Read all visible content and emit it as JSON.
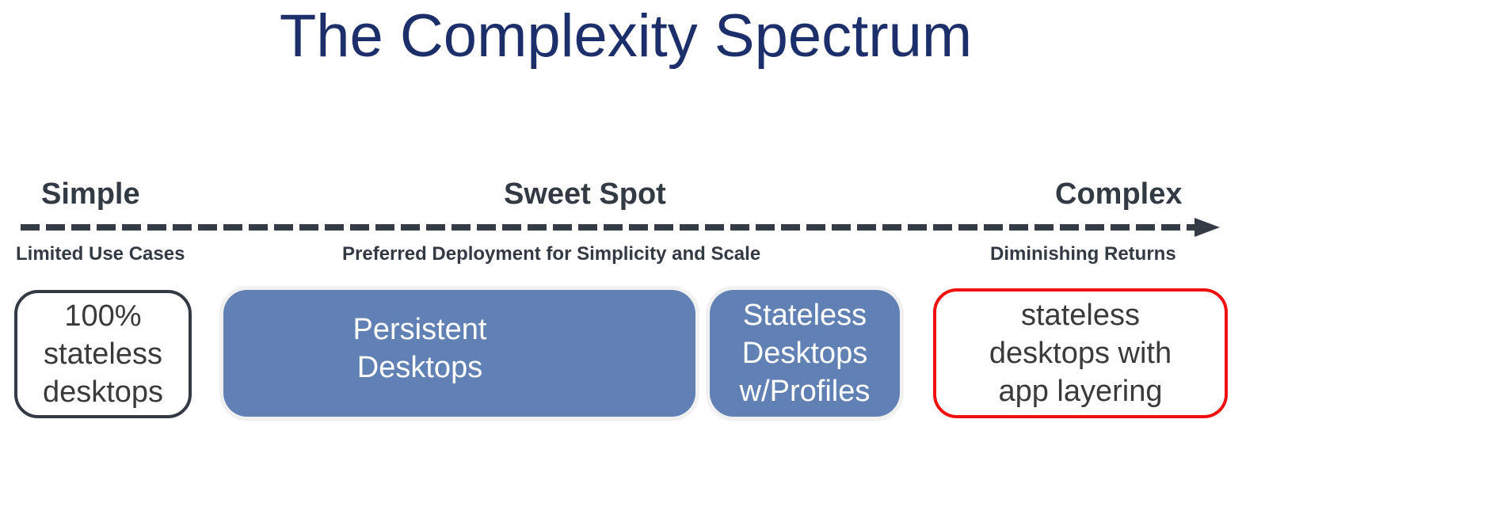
{
  "title": "The Complexity Spectrum",
  "axis": {
    "left": "Simple",
    "middle": "Sweet Spot",
    "right": "Complex"
  },
  "captions": {
    "left": "Limited Use Cases",
    "middle": "Preferred Deployment for Simplicity and Scale",
    "right": "Diminishing Returns"
  },
  "boxes": [
    {
      "lines": [
        "100%",
        "stateless",
        "desktops"
      ]
    },
    {
      "lines": [
        "Persistent",
        "Desktops"
      ]
    },
    {
      "lines": [
        "Stateless",
        "Desktops",
        "w/Profiles"
      ]
    },
    {
      "lines": [
        "stateless",
        "desktops with",
        "app layering"
      ]
    }
  ],
  "colors": {
    "title": "#1c2f6a",
    "box_fill": "#6181b5",
    "highlight": "#f01010",
    "text": "#343a44"
  }
}
